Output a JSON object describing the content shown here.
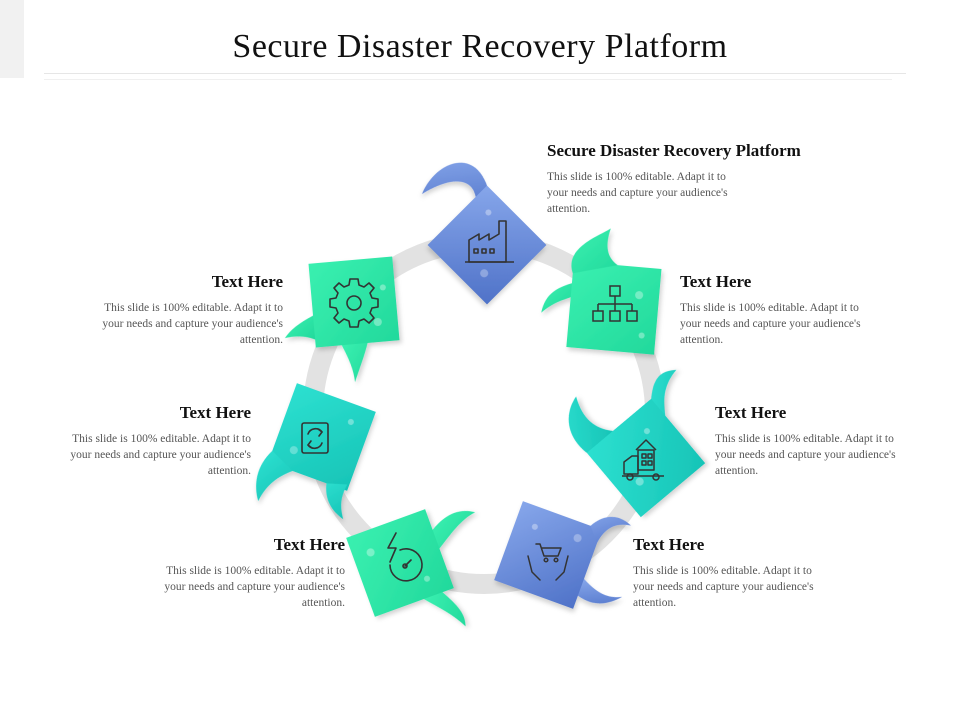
{
  "title": "Secure Disaster Recovery Platform",
  "colors": {
    "blue": "#5a7fd3",
    "green": "#2fe0a2",
    "teal": "#1fcfc0",
    "ring": "#e2e2e2",
    "icon": "#3a3a3a"
  },
  "items": [
    {
      "heading": "Secure Disaster Recovery Platform",
      "text": "This slide is 100% editable. Adapt it to your needs and capture your audience's attention.",
      "icon": "factory-icon",
      "color": "blue"
    },
    {
      "heading": "Text Here",
      "text": "This slide is 100% editable. Adapt it to your needs and capture your audience's attention.",
      "icon": "network-boxes-icon",
      "color": "green"
    },
    {
      "heading": "Text Here",
      "text": "This slide is 100% editable. Adapt it to your needs and capture your audience's attention.",
      "icon": "delivery-truck-icon",
      "color": "teal"
    },
    {
      "heading": "Text Here",
      "text": "This slide is 100% editable. Adapt it to your needs and capture your audience's attention.",
      "icon": "cart-hands-icon",
      "color": "blue"
    },
    {
      "heading": "Text Here",
      "text": "This slide is 100% editable. Adapt it to your needs and capture your audience's attention.",
      "icon": "power-speed-icon",
      "color": "green"
    },
    {
      "heading": "Text Here",
      "text": "This slide is 100% editable. Adapt it to your needs and capture your audience's attention.",
      "icon": "refresh-sync-icon",
      "color": "teal"
    },
    {
      "heading": "Text Here",
      "text": "This slide is 100% editable. Adapt it to your needs and capture your audience's attention.",
      "icon": "gear-icon",
      "color": "green"
    }
  ]
}
